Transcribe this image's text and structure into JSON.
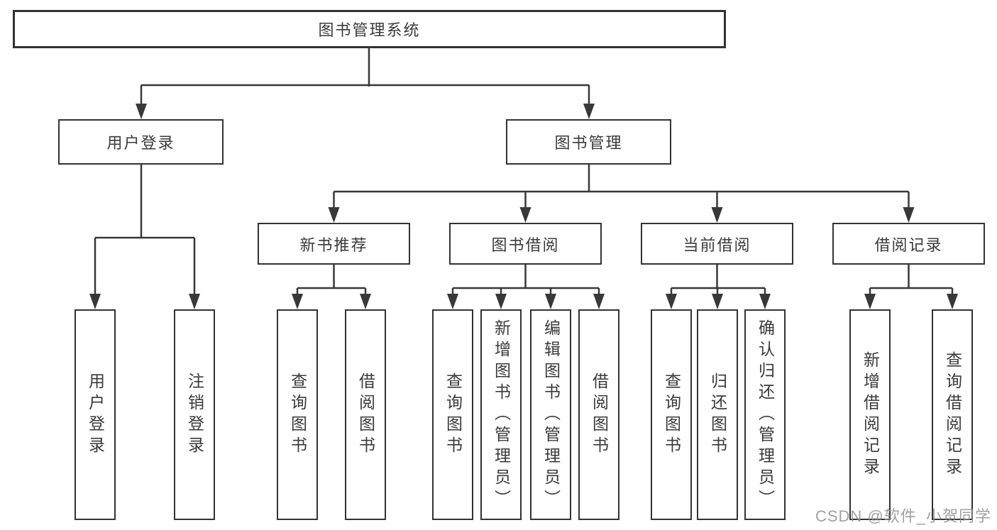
{
  "diagram": {
    "root": {
      "label": "图书管理系统"
    },
    "branches": [
      {
        "label": "用户登录",
        "children": [
          {
            "label": "用户登录"
          },
          {
            "label": "注销登录"
          }
        ]
      },
      {
        "label": "图书管理",
        "children": [
          {
            "label": "新书推荐",
            "children": [
              {
                "label": "查询图书"
              },
              {
                "label": "借阅图书"
              }
            ]
          },
          {
            "label": "图书借阅",
            "children": [
              {
                "label": "查询图书"
              },
              {
                "label": "新增图书（管理员）"
              },
              {
                "label": "编辑图书（管理员）"
              },
              {
                "label": "借阅图书"
              }
            ]
          },
          {
            "label": "当前借阅",
            "children": [
              {
                "label": "查询图书"
              },
              {
                "label": "归还图书"
              },
              {
                "label": "确认归还（管理员）"
              }
            ]
          },
          {
            "label": "借阅记录",
            "children": [
              {
                "label": "新增借阅记录"
              },
              {
                "label": "查询借阅记录"
              }
            ]
          }
        ]
      }
    ]
  },
  "watermark": {
    "text": "CSDN @软件_小贺同学",
    "color": "#919191"
  },
  "colors": {
    "line": "#383838",
    "border": "#333333",
    "text": "#3a3a3a",
    "background": "#ffffff"
  }
}
